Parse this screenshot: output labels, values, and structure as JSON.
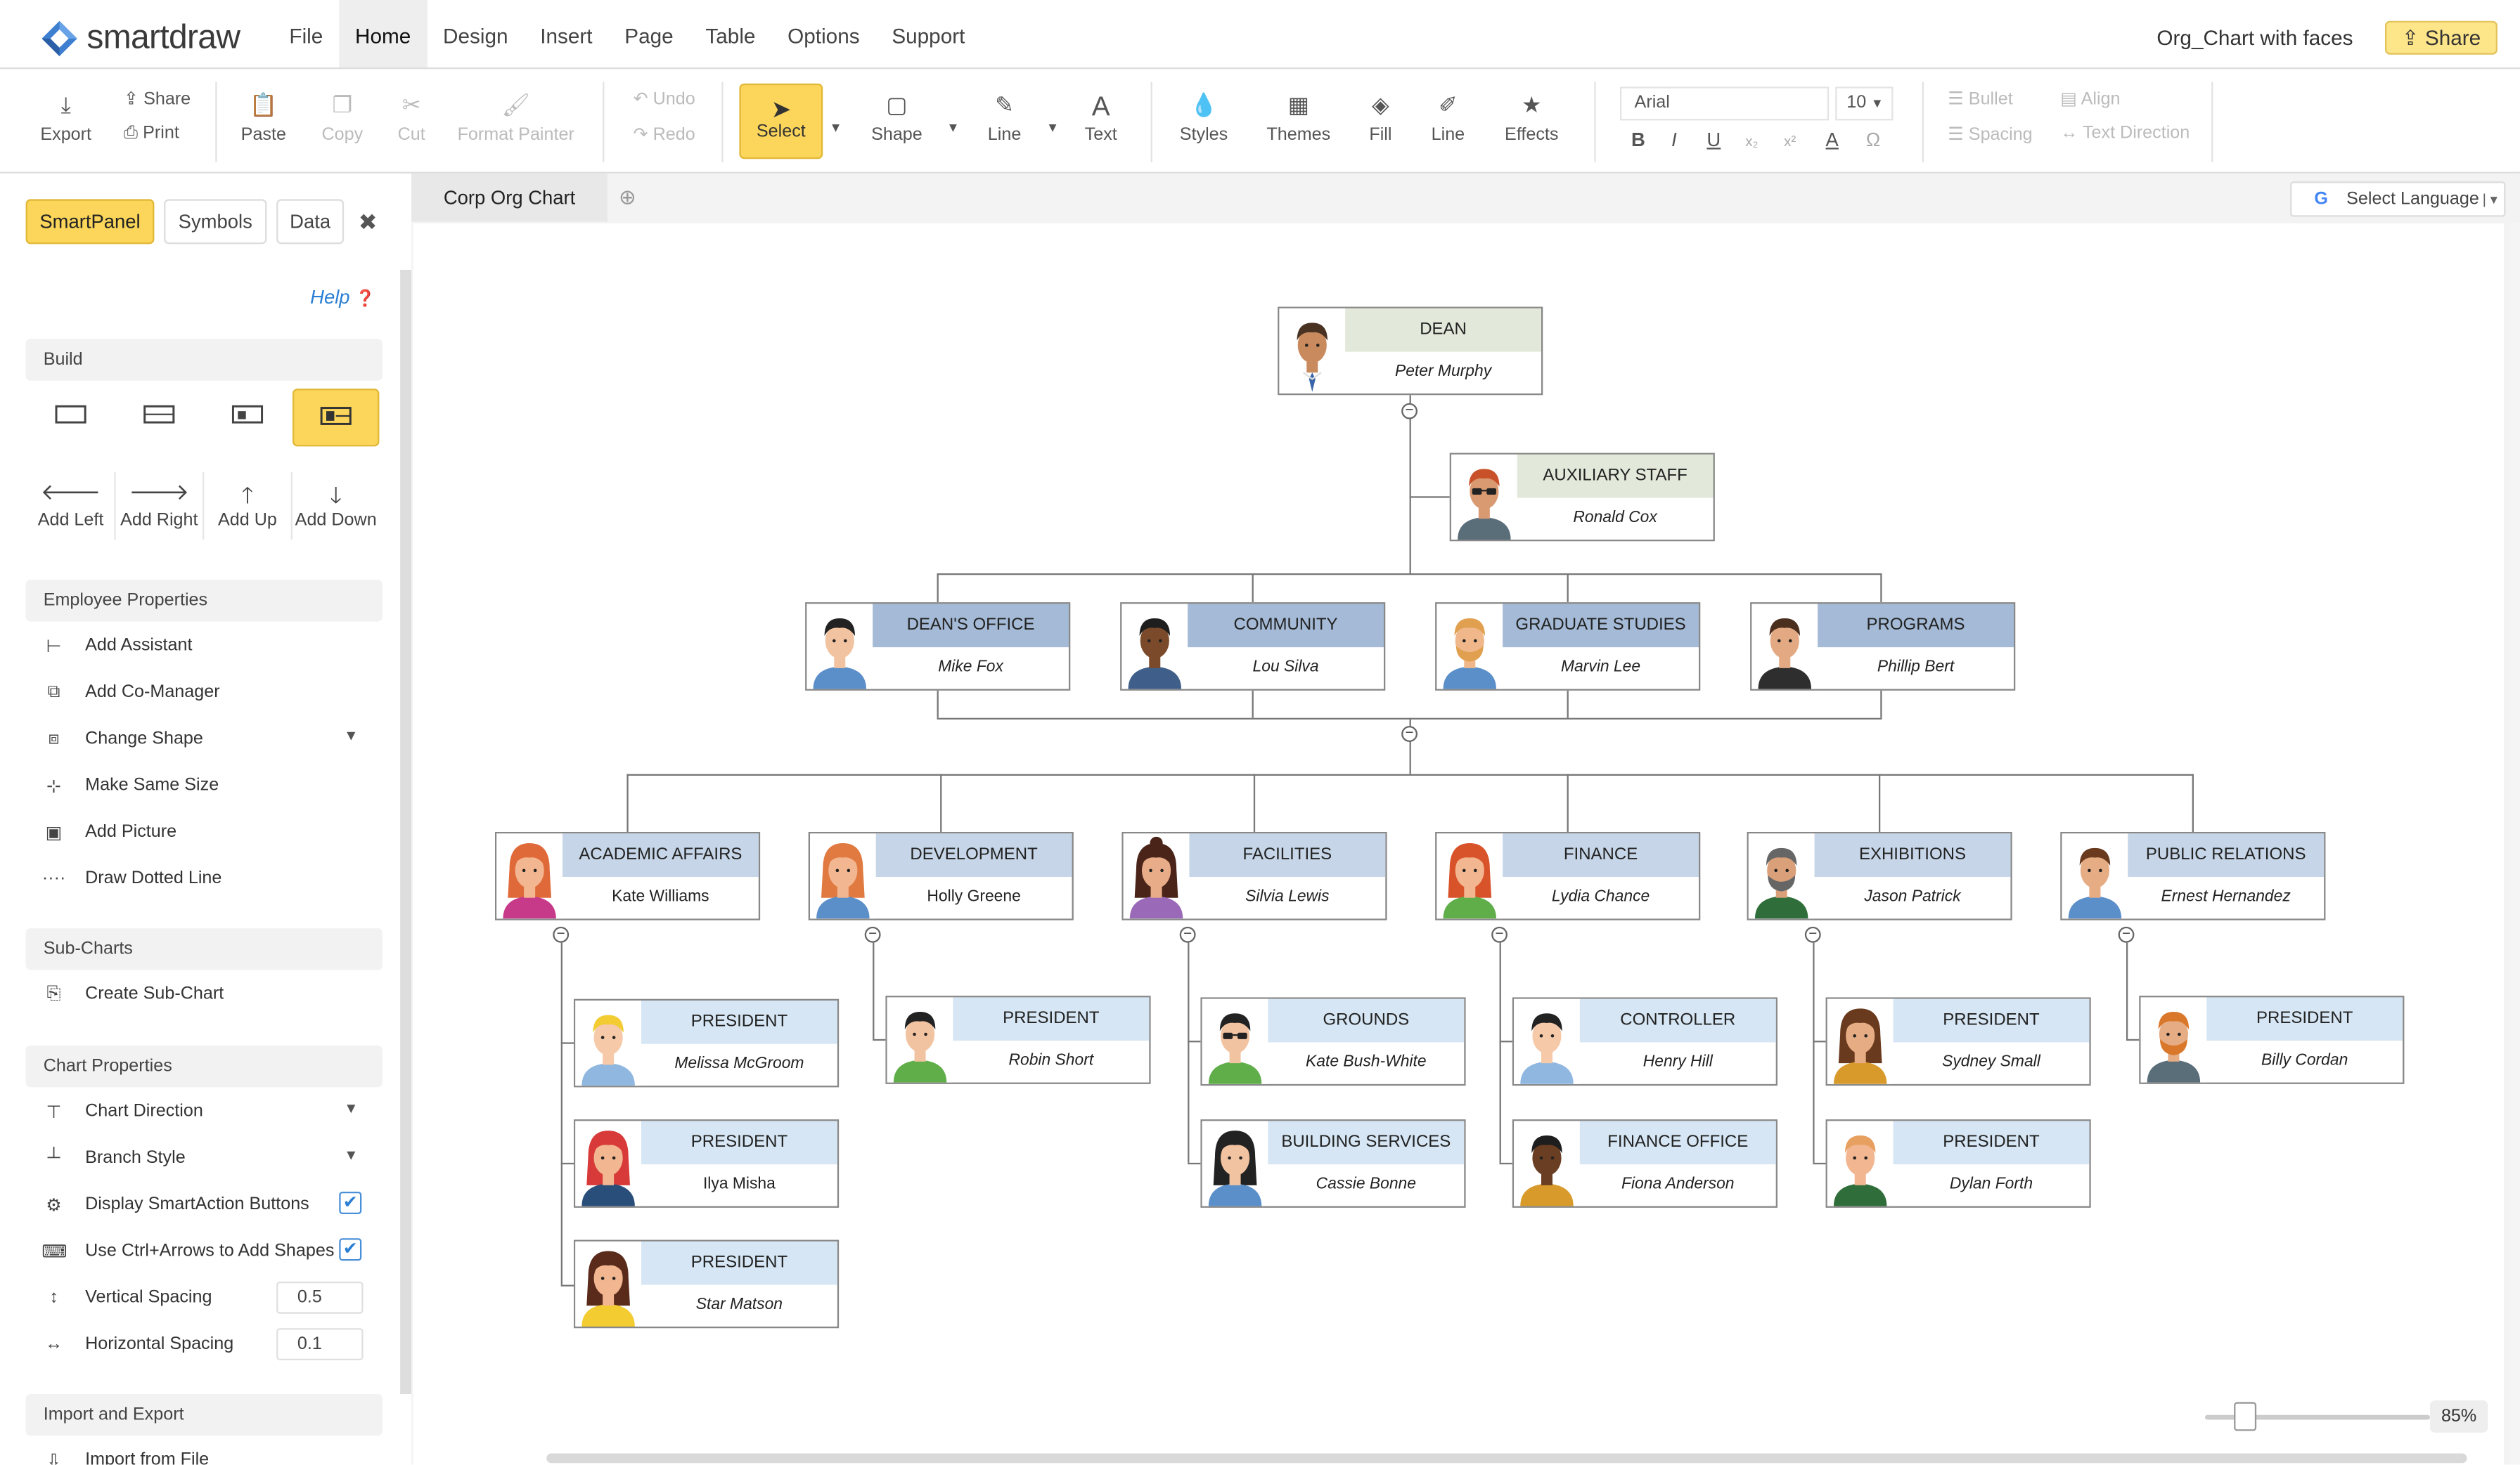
{
  "app": {
    "logo": "smartdraw",
    "doc_title": "Org_Chart with faces",
    "share": "Share"
  },
  "menu": [
    "File",
    "Home",
    "Design",
    "Insert",
    "Page",
    "Table",
    "Options",
    "Support"
  ],
  "ribbon": {
    "export": "Export",
    "share": "Share",
    "print": "Print",
    "paste": "Paste",
    "copy": "Copy",
    "cut": "Cut",
    "format_painter": "Format Painter",
    "undo": "Undo",
    "redo": "Redo",
    "select": "Select",
    "shape": "Shape",
    "line": "Line",
    "text": "Text",
    "styles": "Styles",
    "themes": "Themes",
    "fill": "Fill",
    "line2": "Line",
    "effects": "Effects",
    "font": "Arial",
    "font_size": "10",
    "bullet": "Bullet",
    "align": "Align",
    "spacing": "Spacing",
    "text_direction": "Text Direction"
  },
  "panel": {
    "tabs": [
      "SmartPanel",
      "Symbols",
      "Data"
    ],
    "help": "Help",
    "build": "Build",
    "add_left": "Add Left",
    "add_right": "Add Right",
    "add_up": "Add Up",
    "add_down": "Add Down",
    "employee_properties": "Employee Properties",
    "emp_items": [
      "Add Assistant",
      "Add Co-Manager",
      "Change Shape",
      "Make Same Size",
      "Add Picture",
      "Draw Dotted Line"
    ],
    "sub_charts": "Sub-Charts",
    "create_sub_chart": "Create Sub-Chart",
    "chart_properties": "Chart Properties",
    "chart_items": [
      "Chart Direction",
      "Branch Style",
      "Display SmartAction Buttons",
      "Use Ctrl+Arrows to Add Shapes",
      "Vertical Spacing",
      "Horizontal Spacing"
    ],
    "vertical_spacing": "0.5",
    "horizontal_spacing": "0.1",
    "import_export": "Import and Export",
    "import_file": "Import from File"
  },
  "canvas": {
    "tab": "Corp Org Chart",
    "language": "Select Language",
    "zoom": "85%"
  },
  "org": {
    "dean": {
      "title": "DEAN",
      "name": "Peter Murphy"
    },
    "aux": {
      "title": "AUXILIARY STAFF",
      "name": "Ronald Cox"
    },
    "level2": [
      {
        "title": "DEAN'S OFFICE",
        "name": "Mike Fox"
      },
      {
        "title": "COMMUNITY",
        "name": "Lou Silva"
      },
      {
        "title": "GRADUATE STUDIES",
        "name": "Marvin Lee"
      },
      {
        "title": "PROGRAMS",
        "name": "Phillip Bert"
      }
    ],
    "level3": [
      {
        "title": "ACADEMIC AFFAIRS",
        "name": "Kate Williams"
      },
      {
        "title": "DEVELOPMENT",
        "name": "Holly Greene"
      },
      {
        "title": "FACILITIES",
        "name": "Silvia Lewis"
      },
      {
        "title": "FINANCE",
        "name": "Lydia Chance"
      },
      {
        "title": "EXHIBITIONS",
        "name": "Jason Patrick"
      },
      {
        "title": "PUBLIC RELATIONS",
        "name": "Ernest Hernandez"
      }
    ],
    "level4": [
      {
        "title": "PRESIDENT",
        "name": "Melissa McGroom"
      },
      {
        "title": "PRESIDENT",
        "name": "Ilya Misha"
      },
      {
        "title": "PRESIDENT",
        "name": "Star Matson"
      },
      {
        "title": "PRESIDENT",
        "name": "Robin Short"
      },
      {
        "title": "GROUNDS",
        "name": "Kate Bush-White"
      },
      {
        "title": "BUILDING SERVICES",
        "name": "Cassie Bonne"
      },
      {
        "title": "CONTROLLER",
        "name": "Henry Hill"
      },
      {
        "title": "FINANCE OFFICE",
        "name": "Fiona Anderson"
      },
      {
        "title": "PRESIDENT",
        "name": "Sydney Small"
      },
      {
        "title": "PRESIDENT",
        "name": "Dylan Forth"
      },
      {
        "title": "PRESIDENT",
        "name": "Billy Cordan"
      }
    ]
  },
  "colors": {
    "accent": "#fbd65a",
    "dean_header": "#e2e8da",
    "level2_header": "#a4bad6",
    "level3_header": "#c6d6e8",
    "level4_header": "#d6e6f4"
  }
}
